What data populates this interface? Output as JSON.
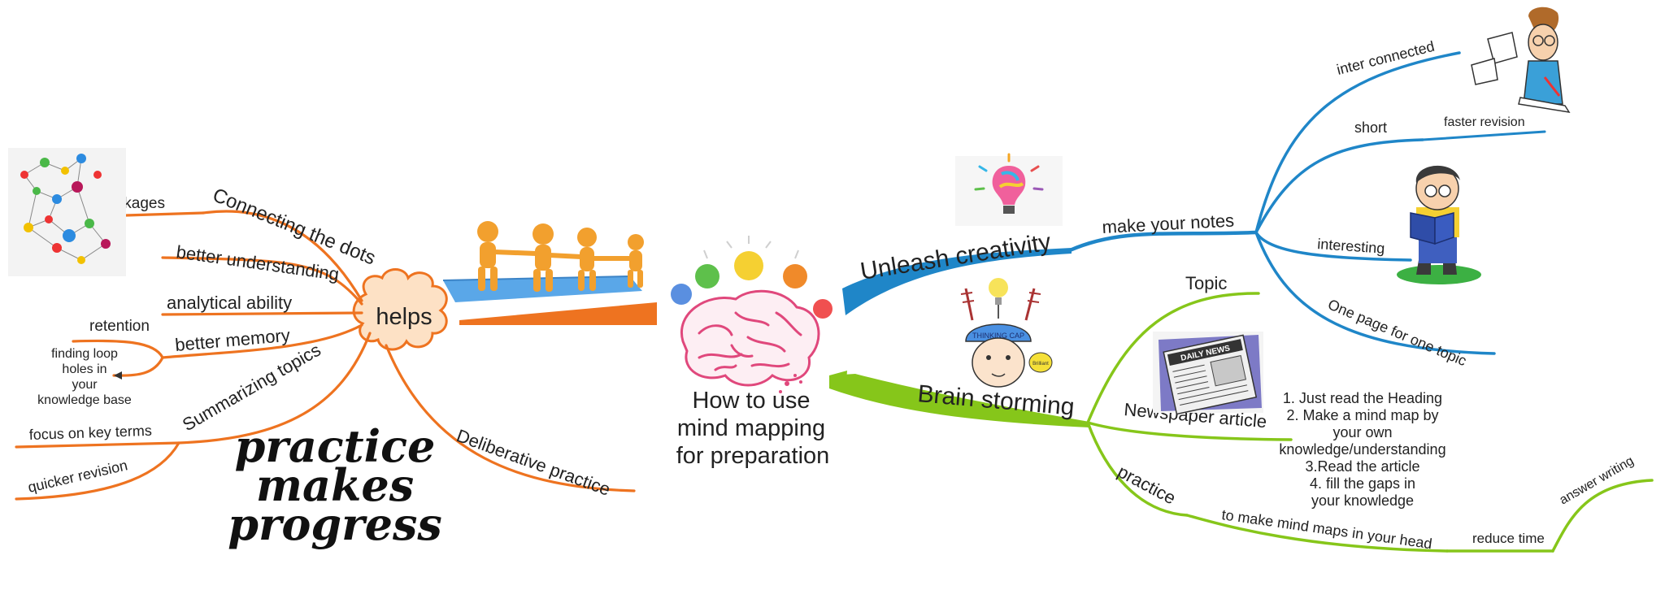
{
  "colors": {
    "orange": "#ee7320",
    "blue": "#1f86c8",
    "green": "#86c61a",
    "cloud_fill": "#fde1c5"
  },
  "icons": {
    "brain": "brain-with-lightbulbs-icon",
    "teamwork": "teamwork-puzzle-icon",
    "bulb": "lightbulb-icon",
    "thinking_kid": "thinking-cap-kid-icon",
    "newspaper": "daily-news-newspaper-icon",
    "reading_boy": "reading-boy-icon",
    "stressed_man": "stressed-man-icon",
    "network": "connected-dots-network-icon"
  },
  "center": {
    "line1": "How to use",
    "line2": "mind mapping",
    "line3": "for preparation"
  },
  "left": {
    "hub": "helps",
    "connecting_dots": "Connecting the dots",
    "inter_linkages": "inter-linkages",
    "better_understanding": "better understanding",
    "analytical_ability": "analytical ability",
    "better_memory": "better memory",
    "retention": "retention",
    "loop_holes": [
      "finding loop",
      "holes in",
      "your",
      "knowledge base"
    ],
    "summarizing_topics": "Summarizing topics",
    "focus_key_terms": "focus on key terms",
    "quicker_revision": "quicker revision",
    "deliberative_practice": "Deliberative practice",
    "practice_art": [
      "practice",
      "makes",
      "progress"
    ]
  },
  "right_top": {
    "title": "Unleash creativity",
    "make_notes": "make your notes",
    "inter_connected": "inter connected",
    "short": "short",
    "faster_revision": "faster revision",
    "interesting": "interesting",
    "one_page": "One page for one topic"
  },
  "right_bottom": {
    "title": "Brain storming",
    "topic": "Topic",
    "newspaper_article": "Newspaper article",
    "steps": [
      "1. Just read the Heading",
      "2. Make a mind map by",
      "your own",
      "knowledge/understanding",
      "3.Read the article",
      "4. fill the gaps in",
      "your knowledge"
    ],
    "practice": "practice",
    "mind_maps_head": "to make mind maps in your head",
    "reduce_time": "reduce time",
    "answer_writing": "answer writing"
  },
  "thinking_cap_text": "THINKING CAP",
  "kid_bubble": "Brilliant",
  "newspaper_masthead": "DAILY NEWS"
}
